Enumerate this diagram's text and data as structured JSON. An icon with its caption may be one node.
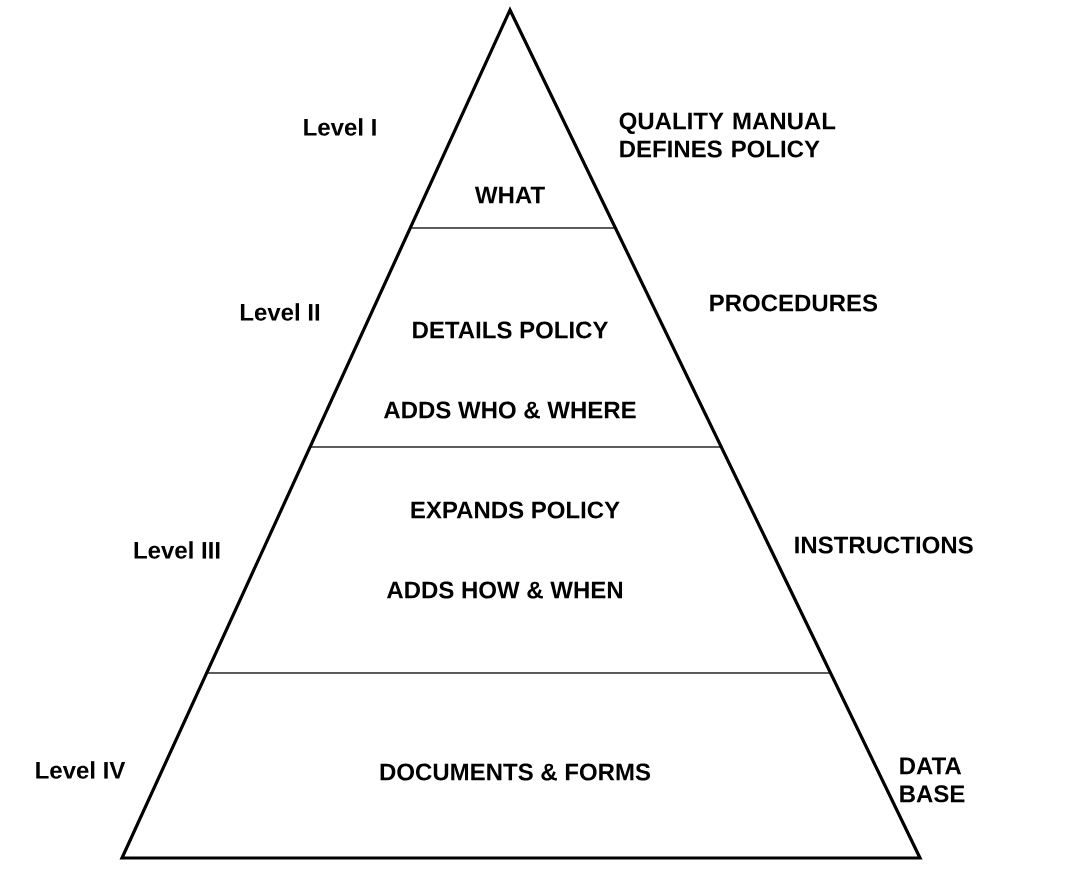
{
  "diagram": {
    "nodes": [
      {
        "text": [
          "WHAT"
        ],
        "beside": [
          "Level I",
          "QUALITY MANUAL DEFINES POLICY"
        ]
      },
      {
        "text": [
          "DETAILS POLICY",
          "ADDS WHO & WHERE"
        ],
        "beside": [
          "Level II",
          "PROCEDURES"
        ]
      },
      {
        "text": [
          "EXPANDS POLICY",
          "ADDS HOW & WHEN"
        ],
        "beside": [
          "Level III",
          "INSTRUCTIONS"
        ]
      },
      {
        "text": [
          "DOCUMENTS & FORMS"
        ],
        "beside": [
          "Level IV",
          "DATA BASE"
        ]
      }
    ]
  }
}
